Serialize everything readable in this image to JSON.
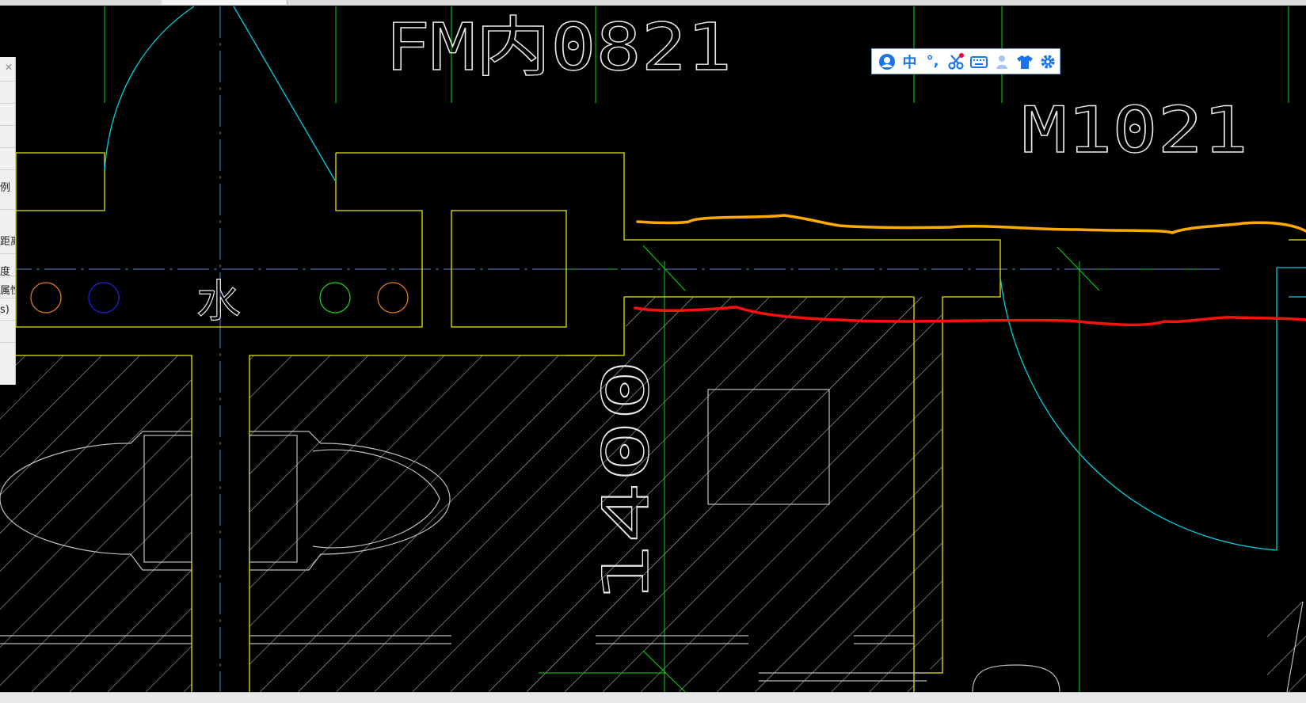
{
  "drawing": {
    "labels": {
      "door_fm": "FM内0821",
      "door_m": "M1021",
      "water": "水",
      "dim_1400": "1400"
    }
  },
  "side_panel": {
    "labels": [
      "例",
      "距离",
      "度",
      "属性",
      "s)"
    ]
  },
  "ime_toolbar": {
    "lang_label": "中",
    "punct_label": "°,",
    "icons": [
      "user-avatar-icon",
      "scissors-icon",
      "keyboard-icon",
      "person-icon",
      "shirt-skin-icon",
      "gear-icon"
    ]
  },
  "colors": {
    "background": "#000000",
    "wall": "#ffff00",
    "axis_green": "#00ff00",
    "door_arc": "#00ffff",
    "markup_orange": "#ffaa00",
    "markup_red": "#ff0000",
    "fixture": "#bbbbbb"
  }
}
